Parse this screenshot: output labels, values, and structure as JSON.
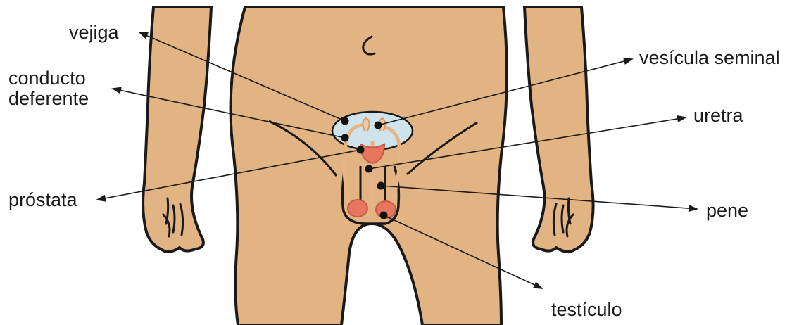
{
  "labels": {
    "vejiga": "vejiga",
    "conducto_deferente_line1": "conducto",
    "conducto_deferente_line2": "deferente",
    "prostata": "próstata",
    "vesicula_seminal": "vesícula seminal",
    "uretra": "uretra",
    "pene": "pene",
    "testiculo": "testículo"
  },
  "colors": {
    "skin": "#e2b383",
    "outline": "#1a1a1a",
    "bladder": "#cfe3ec",
    "organ": "#e8765f",
    "duct": "#f3c9a2"
  }
}
